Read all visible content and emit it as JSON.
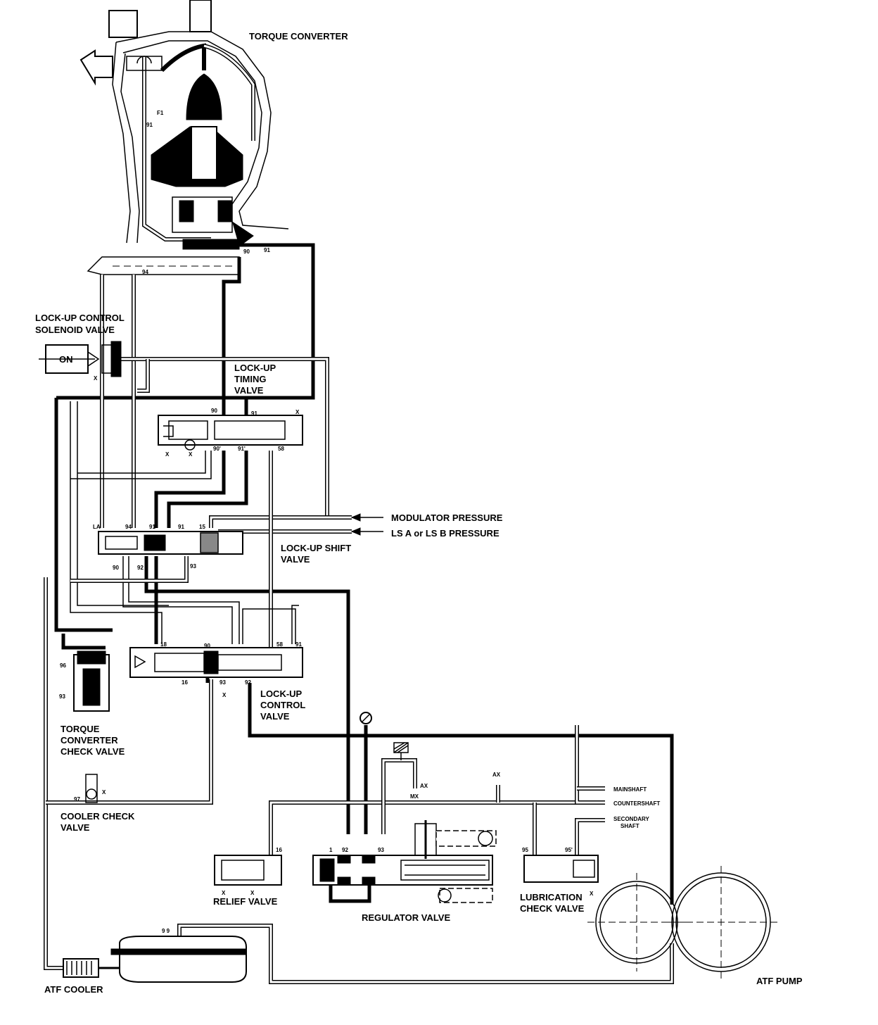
{
  "labels": {
    "torque_converter": "TORQUE CONVERTER",
    "lockup_solenoid_1": "LOCK-UP CONTROL",
    "lockup_solenoid_2": "SOLENOID VALVE",
    "solenoid_state": "ON",
    "timing_valve_1": "LOCK-UP",
    "timing_valve_2": "TIMING",
    "timing_valve_3": "VALVE",
    "modulator_pressure": "MODULATOR PRESSURE",
    "ls_pressure": "LS A or LS B PRESSURE",
    "shift_valve_1": "LOCK-UP SHIFT",
    "shift_valve_2": "VALVE",
    "control_valve_1": "LOCK-UP",
    "control_valve_2": "CONTROL",
    "control_valve_3": "VALVE",
    "tc_check_1": "TORQUE",
    "tc_check_2": "CONVERTER",
    "tc_check_3": "CHECK VALVE",
    "cooler_check_1": "COOLER CHECK",
    "cooler_check_2": "VALVE",
    "relief_valve": "RELIEF VALVE",
    "regulator_valve": "REGULATOR VALVE",
    "lube_check_1": "LUBRICATION",
    "lube_check_2": "CHECK VALVE",
    "atf_cooler": "ATF COOLER",
    "atf_pump": "ATF PUMP",
    "mainshaft": "MAINSHAFT",
    "countershaft": "COUNTERSHAFT",
    "secondary_1": "SECONDARY",
    "secondary_2": "SHAFT"
  },
  "port_numbers": {
    "p90_top": "90",
    "p91_top": "91",
    "p94_top": "94",
    "p90_timing": "90",
    "p91_timing": "91",
    "p90p_timing": "90'",
    "p91p_timing": "91'",
    "p58_timing": "58",
    "la": "LA",
    "p94_shift": "94",
    "p91_shift": "91",
    "p91b_shift": "91",
    "p15_shift": "15",
    "p90_shift": "90",
    "p92_shift": "92",
    "p93_shift": "93",
    "p18_ctrl": "18",
    "p90_ctrl": "90",
    "p58_ctrl": "58",
    "p91_ctrl": "91",
    "p93_ctrl": "93",
    "p92_ctrl": "92",
    "p16_ctrl": "16",
    "p96_tc": "96",
    "p93_tc": "93",
    "p97_cooler": "97",
    "p16_relief": "16",
    "p1_reg": "1",
    "p92_reg": "92",
    "p93_reg": "93",
    "p95_lube": "95",
    "p95p_lube": "95'",
    "p99_cooler": "9 9",
    "ax_1": "AX",
    "ax_2": "AX",
    "mx": "MX",
    "x_mark": "X",
    "f1": "F1",
    "p91_conv": "91"
  }
}
